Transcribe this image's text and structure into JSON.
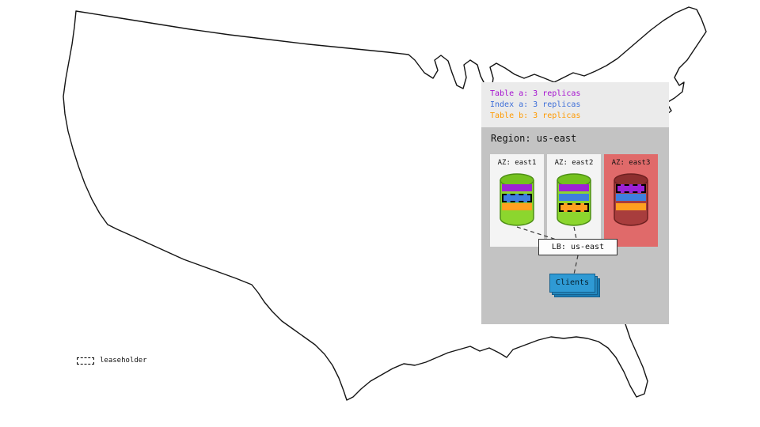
{
  "replica_legend": {
    "items": [
      {
        "label": "Table a: 3 replicas",
        "color": "#a511cf"
      },
      {
        "label": "Index a: 3 replicas",
        "color": "#3e6fd8"
      },
      {
        "label": "Table b: 3 replicas",
        "color": "#ff9a00"
      }
    ]
  },
  "region": {
    "title": "Region: us-east",
    "azs": [
      {
        "label": "AZ: east1",
        "status": "healthy",
        "replicas": [
          "Table a",
          "Index a",
          "Table b"
        ],
        "leaseholder": "Index a"
      },
      {
        "label": "AZ: east2",
        "status": "healthy",
        "replicas": [
          "Table a",
          "Index a",
          "Table b"
        ],
        "leaseholder": "Table b"
      },
      {
        "label": "AZ: east3",
        "status": "failed",
        "replicas": [
          "Table a",
          "Index a",
          "Table b"
        ],
        "leaseholder": "Table a"
      }
    ],
    "load_balancer": {
      "label": "LB: us-east"
    },
    "clients": {
      "label": "Clients"
    }
  },
  "key": {
    "leaseholder": "leaseholder"
  },
  "colors": {
    "table_a_bar": "#9d22d6",
    "index_a_bar": "#3f7fdd",
    "table_b_bar": "#ffa020",
    "az_healthy_bg": "#f4f4f4",
    "az_failed_bg": "#e06a6a",
    "cylinder_healthy": "#8cd62e",
    "cylinder_failed": "#a83d3d",
    "legend_bg": "#ebebeb",
    "region_bg": "#c3c3c3",
    "clients_blue": "#2f9ad4"
  }
}
